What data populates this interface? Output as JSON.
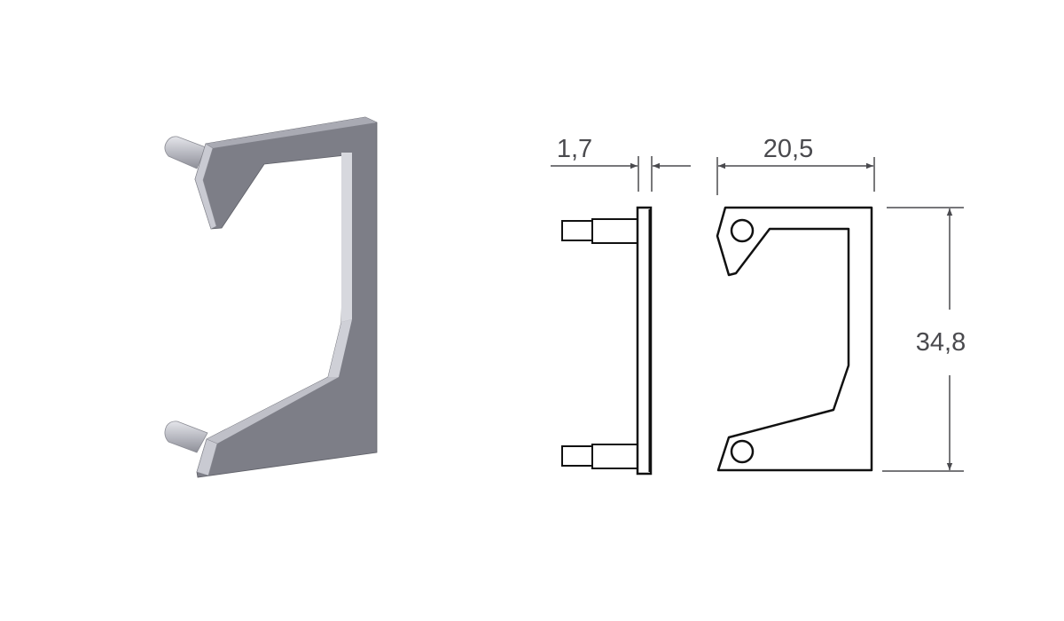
{
  "drawing": {
    "dimensions": {
      "thickness": "1,7",
      "width": "20,5",
      "height": "34,8"
    },
    "colors": {
      "body": "#7d7e87",
      "highlight": "#c9cad2",
      "line": "#111111",
      "dimension": "#4a4a4e"
    }
  }
}
